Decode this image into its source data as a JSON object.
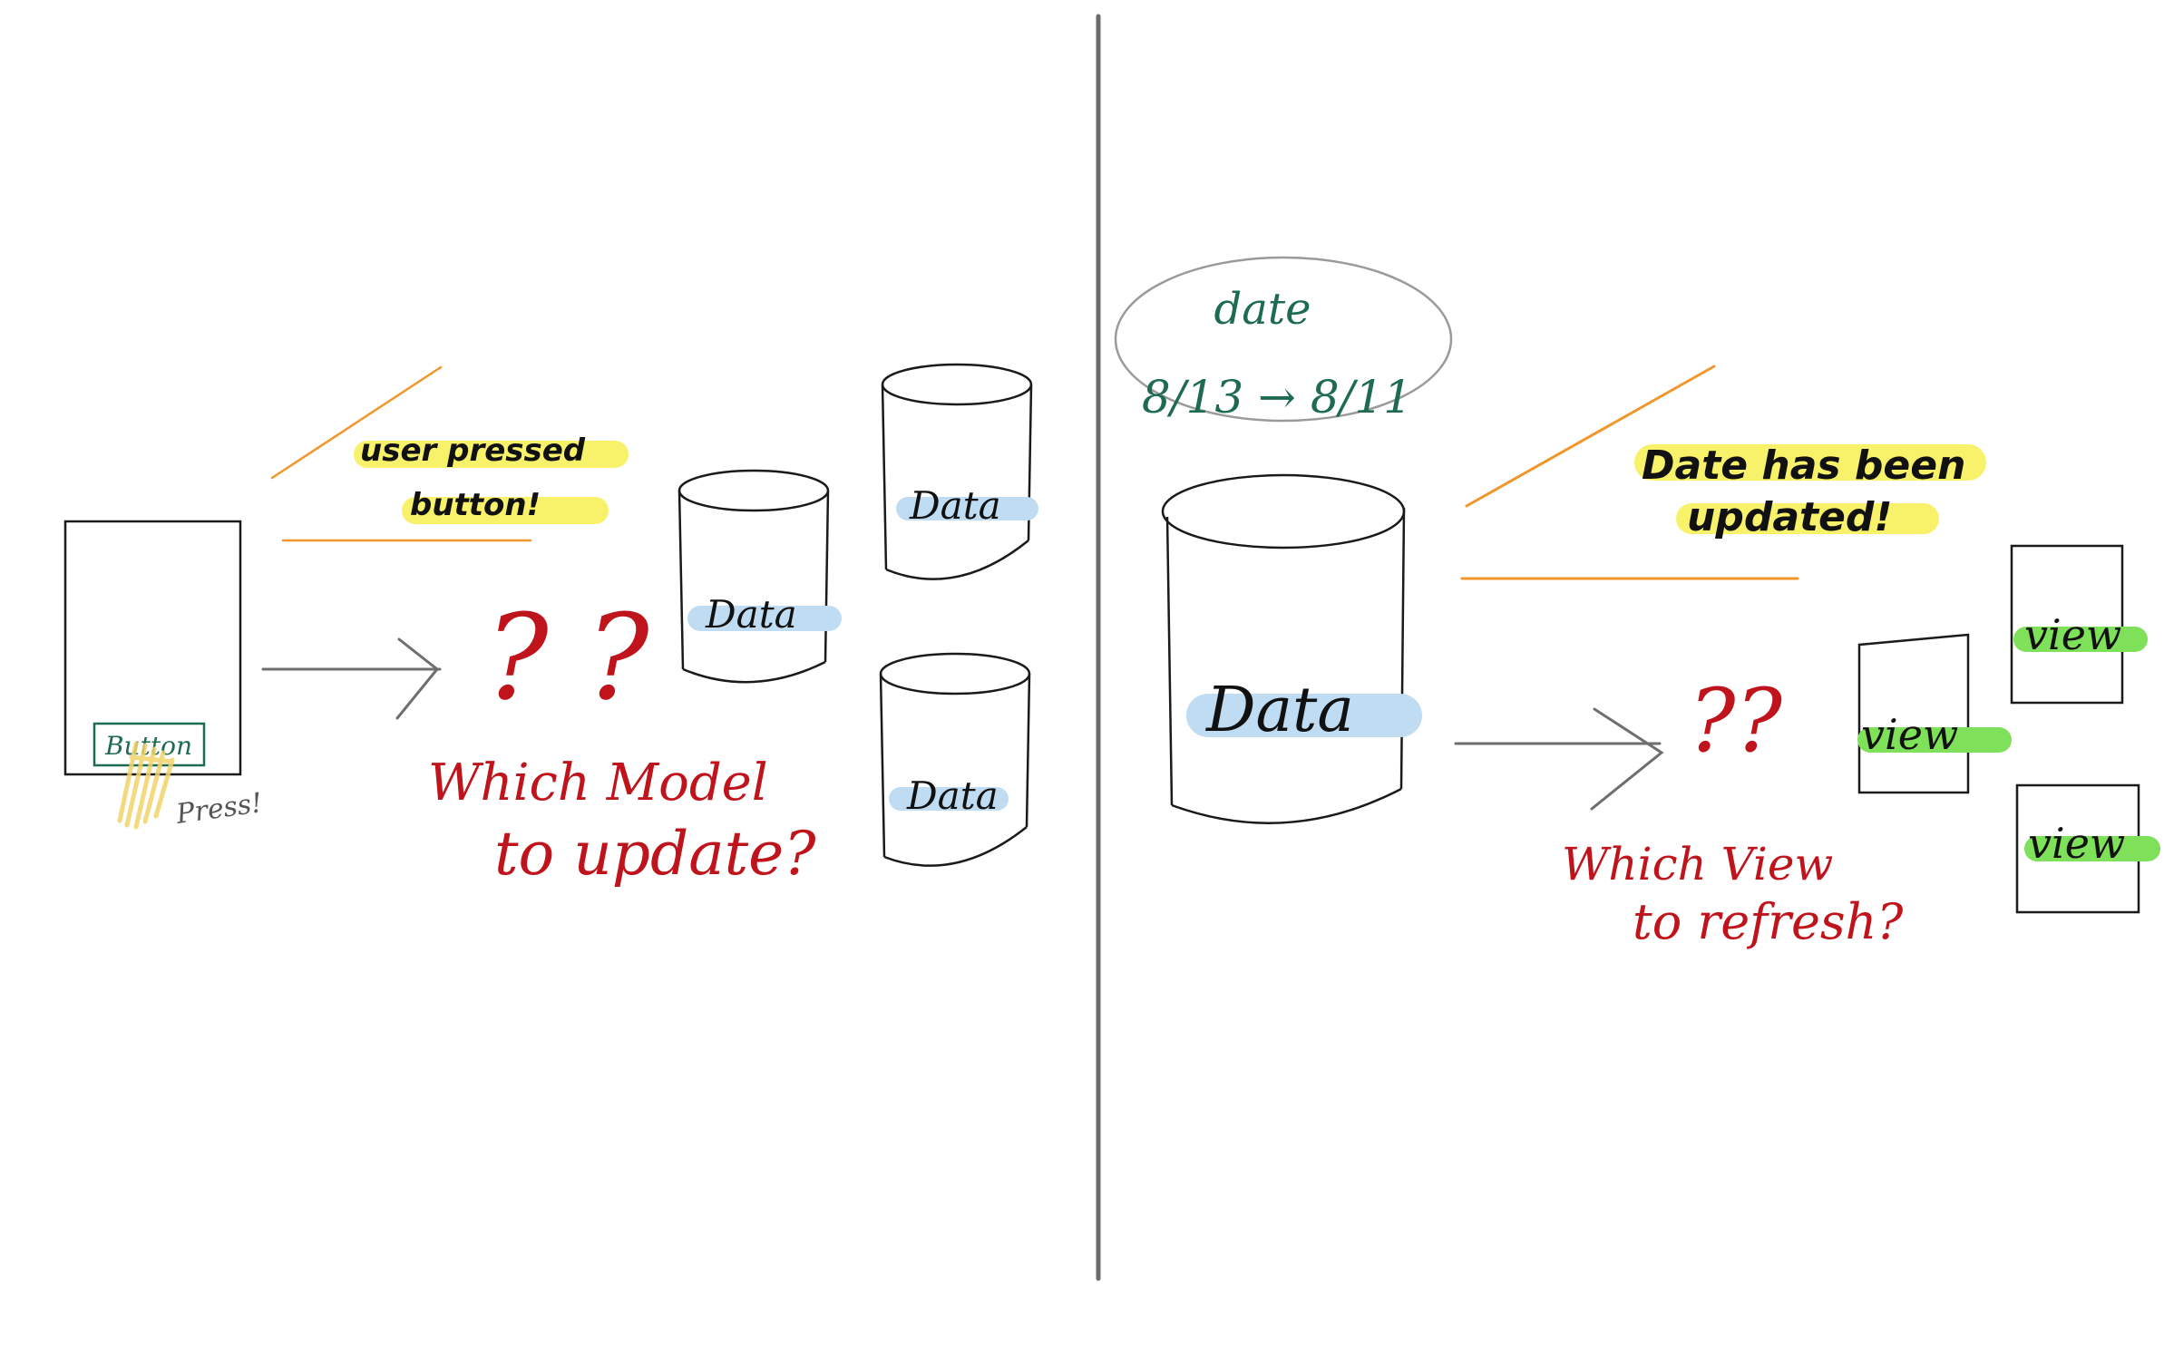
{
  "left_panel": {
    "ui_button_label": "Button",
    "press_label": "Press!",
    "note_line1": "user pressed",
    "note_line2": "button!",
    "question_marks": "? ?",
    "question_line1": "Which Model",
    "question_line2": "to update?",
    "models": [
      {
        "label": "Data"
      },
      {
        "label": "Data"
      },
      {
        "label": "Data"
      }
    ]
  },
  "right_panel": {
    "bubble_title": "date",
    "bubble_change": "8/13 → 8/11",
    "model_label": "Data",
    "note_line1": "Date has been",
    "note_line2": "updated!",
    "question_marks": "??",
    "question_line1": "Which View",
    "question_line2": "to refresh?",
    "views": [
      {
        "label": "view"
      },
      {
        "label": "view"
      },
      {
        "label": "view"
      }
    ]
  },
  "colors": {
    "ink": "#1a1a1a",
    "divider": "#6b6b6b",
    "arrow": "#6e6e6e",
    "question_red": "#c0141c",
    "teal_ink": "#1d6b50",
    "highlight_yellow": "#f7f26a",
    "highlight_blue": "#bfdcf3",
    "highlight_green": "#7fe05a",
    "orange_stroke": "#f0962a",
    "bubble_outline": "#9a9a9a",
    "scribble_yellow": "#f1d36a"
  }
}
